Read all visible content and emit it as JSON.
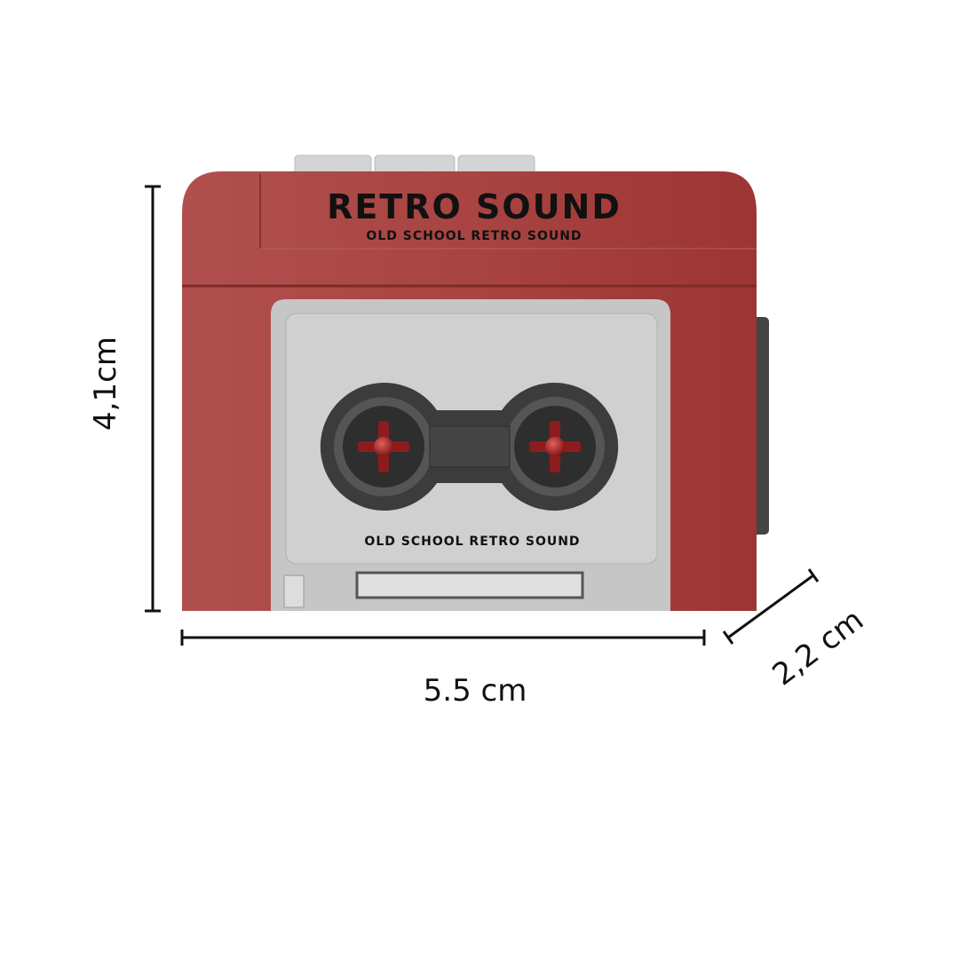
{
  "product": {
    "brand_title": "RETRO SOUND",
    "brand_subtitle": "OLD SCHOOL RETRO SOUND",
    "door_label": "OLD SCHOOL RETRO SOUND"
  },
  "dimensions": {
    "height": "4,1cm",
    "width": "5.5 cm",
    "depth": "2,2 cm"
  },
  "colors": {
    "body": "#a8403f",
    "door": "#c9c9c9",
    "reel": "#3a3a3a",
    "hub": "#9b1e1e"
  }
}
